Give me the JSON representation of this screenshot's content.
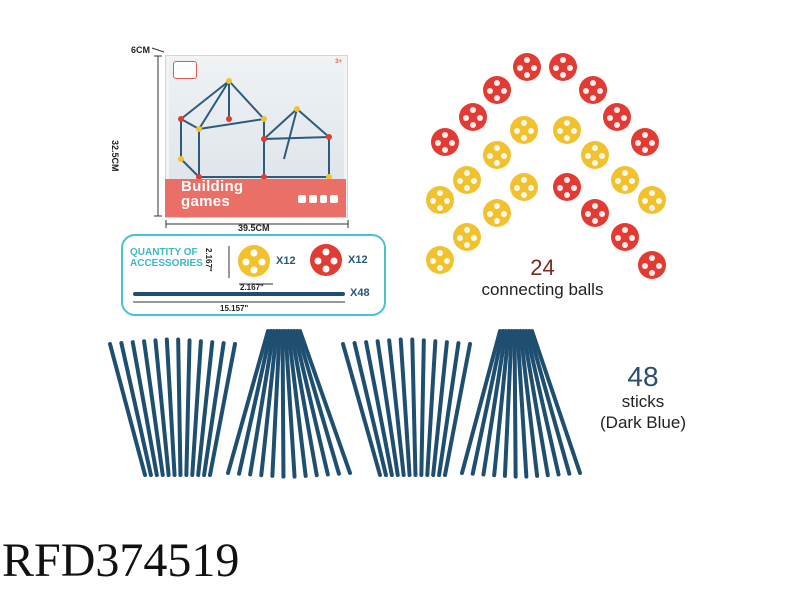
{
  "box": {
    "depth_label": "6CM",
    "height_label": "32.5CM",
    "width_label": "39.5CM",
    "title_line1": "Building",
    "title_line2": "games",
    "age_badge": "3+"
  },
  "accessories": {
    "title": "QUANTITY OF ACCESSORIES",
    "ball_size_v": "2.167\"",
    "ball_size_h": "2.167\"",
    "yellow_qty": "X12",
    "red_qty": "X12",
    "stick_qty": "X48",
    "stick_length": "15.157\""
  },
  "balls_caption": {
    "count": "24",
    "label": "connecting balls"
  },
  "sticks_caption": {
    "count": "48",
    "label": "sticks",
    "color": "(Dark Blue)"
  },
  "product_code": "RFD374519",
  "colors": {
    "yellow_ball": "#f2c12e",
    "red_ball": "#e23b34",
    "stick": "#1f4f70",
    "panel_border": "#48c1d0",
    "box_band": "#ea6f66"
  }
}
